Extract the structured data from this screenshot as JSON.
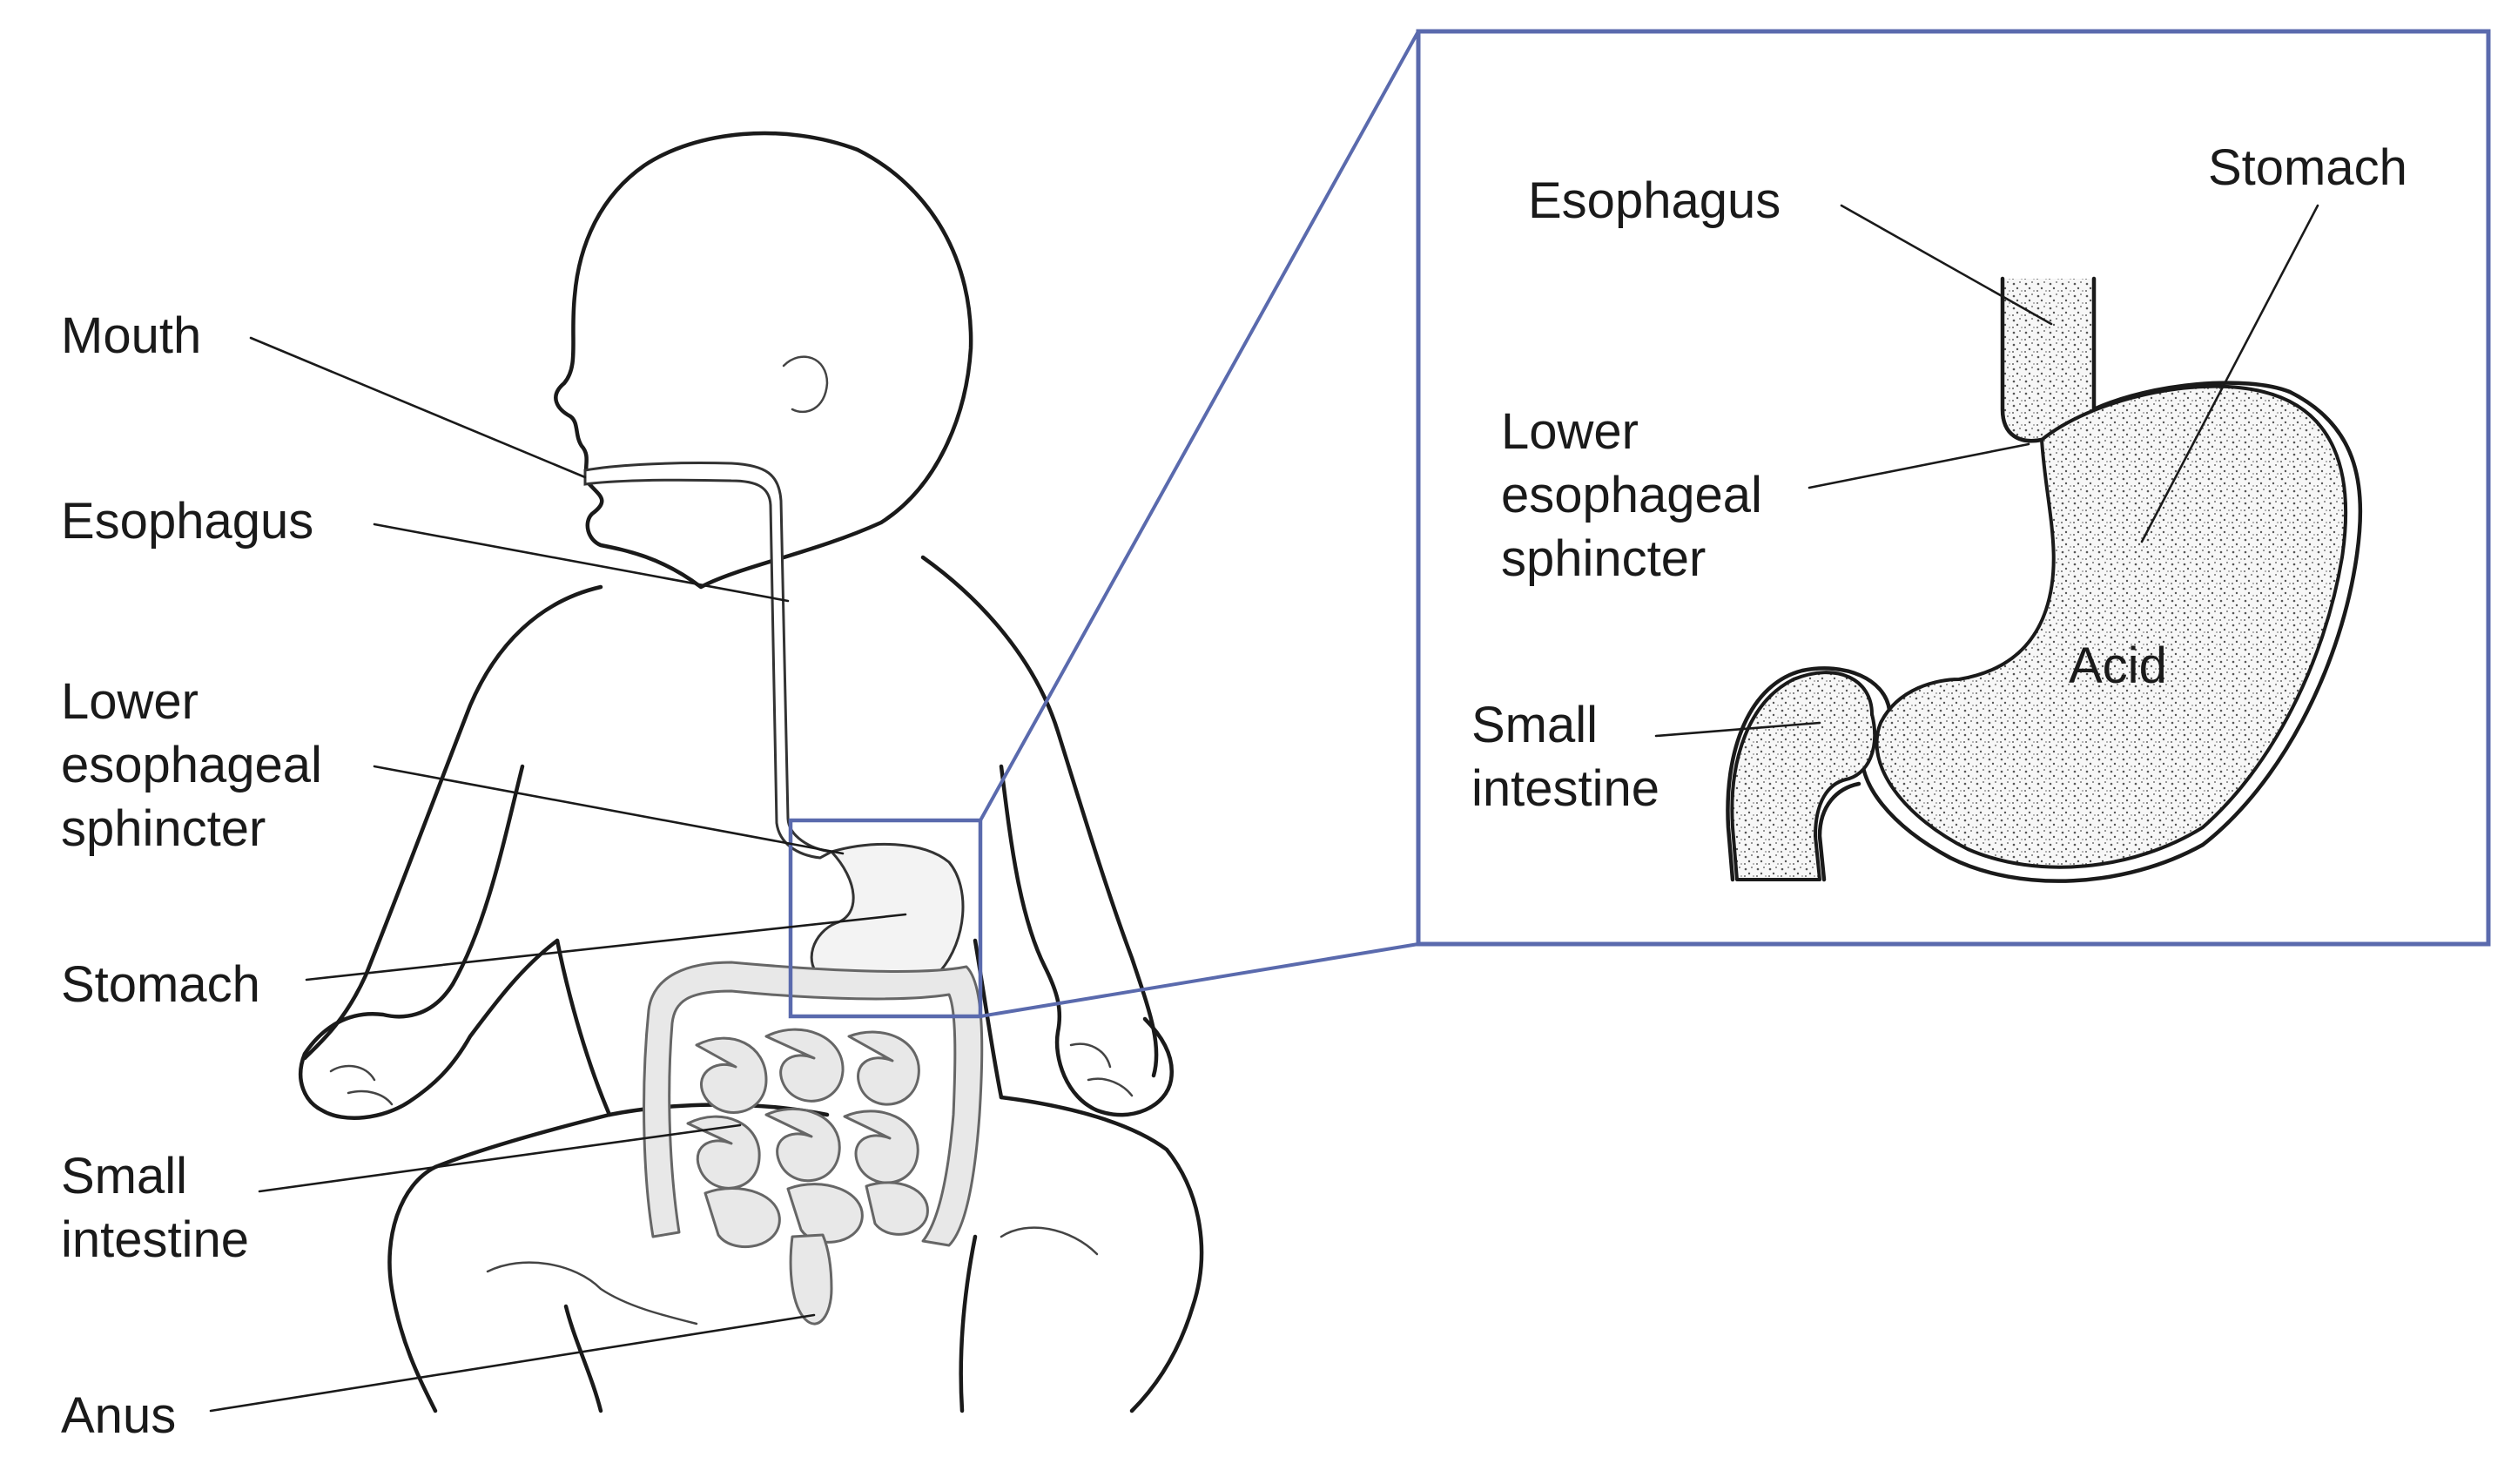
{
  "colors": {
    "frame": "#5a6aad",
    "ink": "#1a1a1a",
    "background": "#ffffff"
  },
  "main_labels": {
    "mouth": "Mouth",
    "esophagus": "Esophagus",
    "les_line1": "Lower",
    "les_line2": "esophageal",
    "les_line3": "sphincter",
    "stomach": "Stomach",
    "small_intestine_line1": "Small",
    "small_intestine_line2": "intestine",
    "anus": "Anus"
  },
  "inset_labels": {
    "esophagus": "Esophagus",
    "stomach": "Stomach",
    "les_line1": "Lower",
    "les_line2": "esophageal",
    "les_line3": "sphincter",
    "acid": "Acid",
    "small_intestine_line1": "Small",
    "small_intestine_line2": "intestine"
  }
}
